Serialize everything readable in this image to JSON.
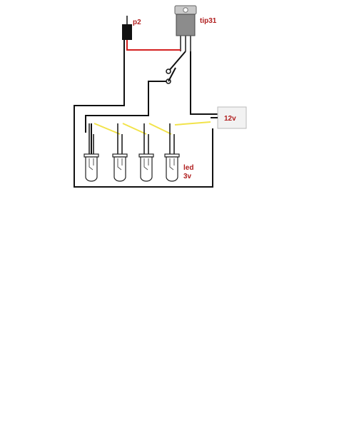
{
  "labels": {
    "pot": "p2",
    "transistor": "tip31",
    "supply": "12v",
    "led_line1": "led",
    "led_line2": "3v"
  },
  "colors": {
    "wire": "#111111",
    "control_wire": "#d42020",
    "led_wire": "#f2e34a",
    "label": "#b01e1e",
    "transistor_body": "#8c8c8c",
    "transistor_tab": "#c9c9c9"
  },
  "led_count": 4
}
